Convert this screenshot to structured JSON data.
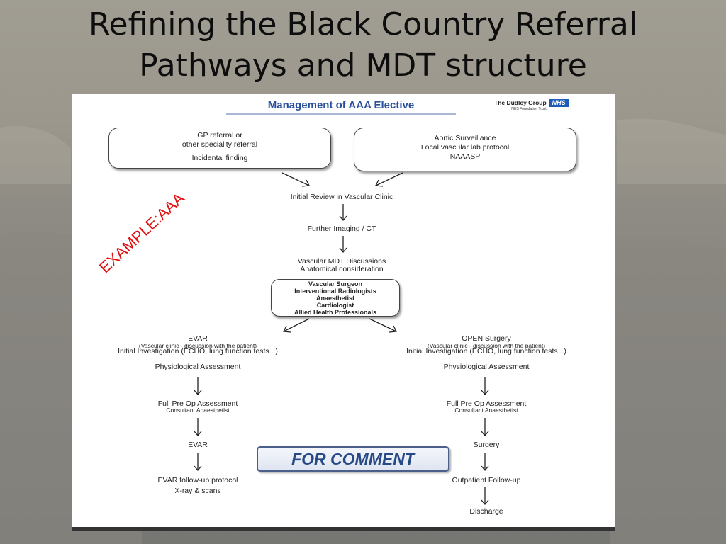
{
  "slide": {
    "title_line1": "Refining the Black Country Referral",
    "title_line2": "Pathways and MDT structure"
  },
  "diagram": {
    "heading": "Management of AAA Elective",
    "org_name": "The Dudley Group",
    "org_sub": "NHS Foundation Trust",
    "nhs_logo": "NHS",
    "gp_box": {
      "line1": "GP referral or",
      "line2": "other speciality referral",
      "line3": "Incidental finding"
    },
    "aortic_box": {
      "line1": "Aortic Surveillance",
      "line2": "Local vascular lab protocol",
      "line3": "NAAASP"
    },
    "initial_review": "Initial Review in Vascular Clinic",
    "further_imaging": "Further Imaging / CT",
    "mdt_discussions": "Vascular MDT Discussions",
    "anatomical": "Anatomical consideration",
    "mdt_members": [
      "Vascular Surgeon",
      "Interventional Radiologists",
      "Anaesthetist",
      "Cardiologist",
      "Allied Health Professionals"
    ],
    "evar_branch": {
      "title": "EVAR",
      "clinic": "(Vascular clinic - discussion with the patient)",
      "investigation": "Initial Investigation (ECHO, lung function tests...)",
      "physio": "Physiological Assessment",
      "preop": "Full Pre Op Assessment",
      "consultant": "Consultant Anaesthetist",
      "procedure": "EVAR",
      "followup": "EVAR follow-up protocol",
      "scans": "X-ray & scans"
    },
    "open_branch": {
      "title": "OPEN Surgery",
      "clinic": "(Vascular clinic - discussion with the patient)",
      "investigation": "Initial Investigation (ECHO, lung function tests...)",
      "physio": "Physiological Assessment",
      "preop": "Full Pre Op Assessment",
      "consultant": "Consultant Anaesthetist",
      "procedure": "Surgery",
      "followup": "Outpatient Follow-up",
      "discharge": "Discharge"
    },
    "example_label": "EXAMPLE:AAA",
    "for_comment": "FOR COMMENT"
  },
  "colors": {
    "heading": "#2a4f9a",
    "example": "#e01010",
    "nhs_blue": "#1f5cb8"
  }
}
